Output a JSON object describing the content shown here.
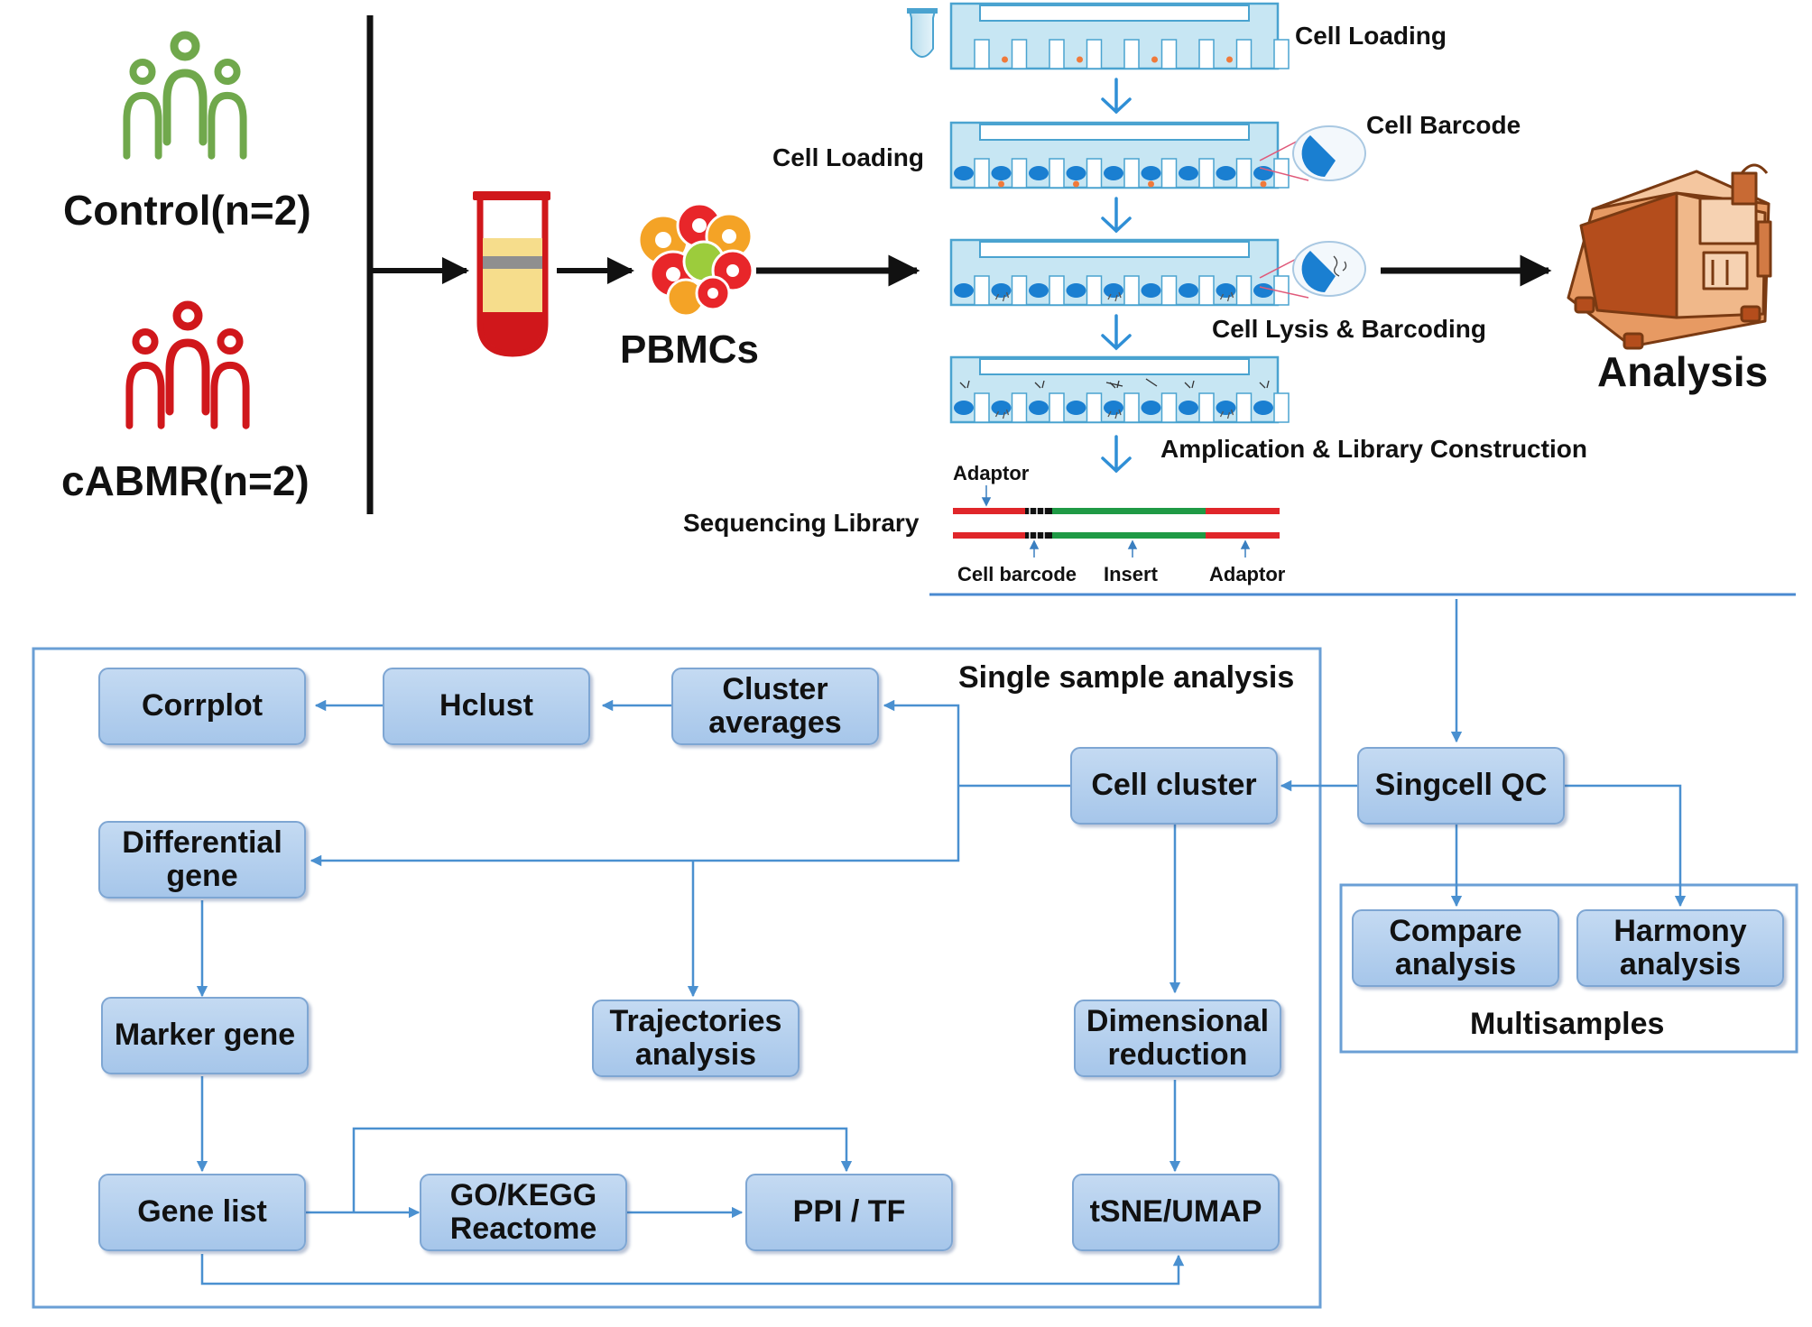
{
  "colors": {
    "control": "#70a84c",
    "case": "#d0171b",
    "flow": "#3a87c9",
    "box": "#a6c6ea",
    "adaptor": "#e0262a",
    "insert": "#1f9a45"
  },
  "groups": {
    "control": "Control(n=2)",
    "case": "cABMR(n=2)"
  },
  "icons": [
    "people-group-icon",
    "blood-tube-icon",
    "pbmc-cells-icon",
    "tube-icon",
    "microfluidic-chip-icon",
    "bead-magnifier-icon",
    "sequencer-icon"
  ],
  "pbmcs": "PBMCs",
  "analysis": "Analysis",
  "steps": {
    "cell_loading_1": "Cell Loading",
    "cell_barcode": "Cell Barcode",
    "cell_loading_2": "Cell Loading",
    "lysis": "Cell Lysis & Barcoding",
    "amplification": "Amplication & Library Construction",
    "sequencing_library": "Sequencing Library"
  },
  "library": {
    "adaptor_top": "Adaptor",
    "cell_barcode": "Cell barcode",
    "insert": "Insert",
    "adaptor_bottom": "Adaptor"
  },
  "single_sample": {
    "title": "Single sample analysis",
    "corrplot": "Corrplot",
    "hclust": "Hclust",
    "cluster_averages": "Cluster\naverages",
    "cell_cluster": "Cell cluster",
    "differential_gene": "Differential\ngene",
    "marker_gene": "Marker gene",
    "trajectories": "Trajectories\nanalysis",
    "dimensional_reduction": "Dimensional\nreduction",
    "gene_list": "Gene list",
    "go_kegg": "GO/KEGG\nReactome",
    "ppi_tf": "PPI / TF",
    "tsne_umap": "tSNE/UMAP"
  },
  "singlecell_qc": "Singcell QC",
  "multisamples": {
    "title": "Multisamples",
    "compare": "Compare\nanalysis",
    "harmony": "Harmony\nanalysis"
  }
}
